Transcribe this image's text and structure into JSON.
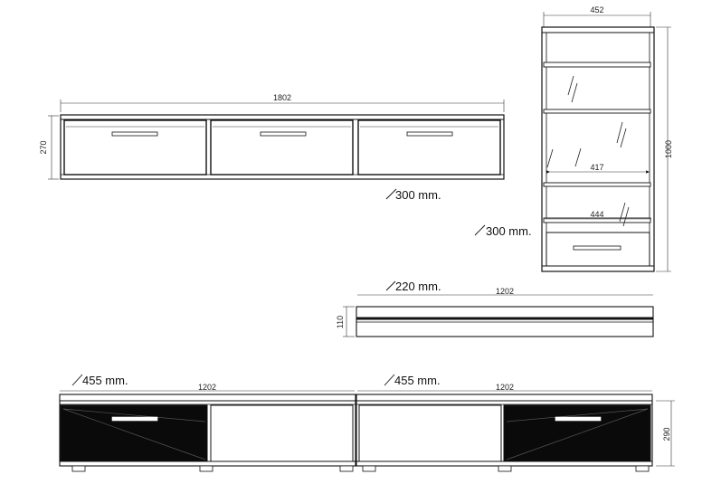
{
  "wall_shelf_top": {
    "width": "1802",
    "height": "270",
    "depth": "300 mm."
  },
  "vitrine": {
    "width": "452",
    "height": "1000",
    "inner_width": "417",
    "lower_width": "444",
    "depth": "300 mm."
  },
  "shelf_small": {
    "width": "1202",
    "height": "110",
    "depth": "220 mm."
  },
  "tv_unit_left": {
    "width": "1202",
    "depth": "455 mm."
  },
  "tv_unit_right": {
    "width": "1202",
    "height": "290",
    "depth": "455 mm."
  },
  "colors": {
    "line": "#111111",
    "panel_dark": "#0a0a0a",
    "background": "#ffffff"
  }
}
